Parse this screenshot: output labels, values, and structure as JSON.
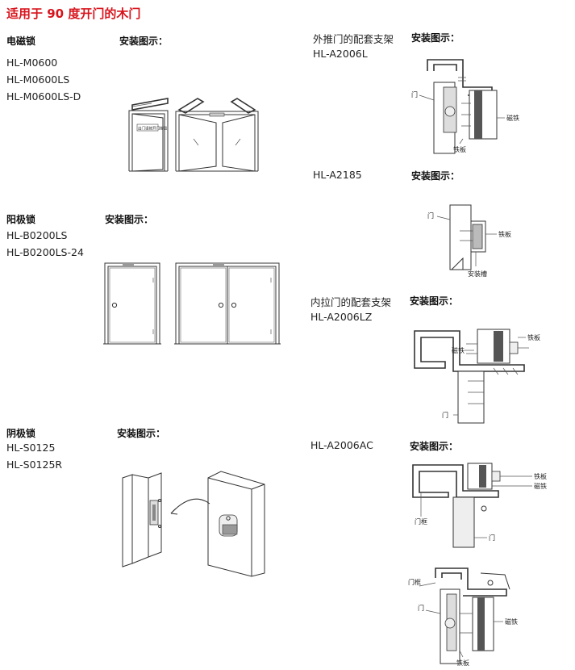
{
  "title": "适用于 90 度开门的木门",
  "left": {
    "sections": [
      {
        "category": "电磁锁",
        "models": [
          "HL-M0600",
          "HL-M0600LS",
          "HL-M0600LS-D"
        ],
        "install_label": "安装图示："
      },
      {
        "category": "阳极锁",
        "models": [
          "HL-B0200LS",
          "HL-B0200LS-24"
        ],
        "install_label": "安装图示："
      },
      {
        "category": "阴极锁",
        "models": [
          "HL-S0125",
          "HL-S0125R"
        ],
        "install_label": "安装图示："
      }
    ],
    "door_sign_text": "出门请按开门按钮"
  },
  "right": {
    "items": [
      {
        "desc": "外推门的配套支架",
        "model": "HL-A2006L",
        "install_label": "安装图示：",
        "callouts": {
          "door": "门",
          "magnet": "磁铁",
          "plate": "铁板"
        }
      },
      {
        "model": "HL-A2185",
        "install_label": "安装图示：",
        "callouts": {
          "door": "门",
          "plate": "铁板",
          "groove": "安装槽"
        }
      },
      {
        "desc": "内拉门的配套支架",
        "model": "HL-A2006LZ",
        "install_label": "安装图示：",
        "callouts": {
          "plate": "铁板",
          "magnet": "磁铁",
          "door": "门"
        }
      },
      {
        "model": "HL-A2006AC",
        "install_label": "安装图示：",
        "callouts": {
          "plate": "铁板",
          "magnet": "磁铁",
          "frame": "门框",
          "door": "门",
          "frame2": "门框",
          "door2": "门",
          "magnet2": "磁铁",
          "plate2": "铁板"
        }
      }
    ]
  }
}
